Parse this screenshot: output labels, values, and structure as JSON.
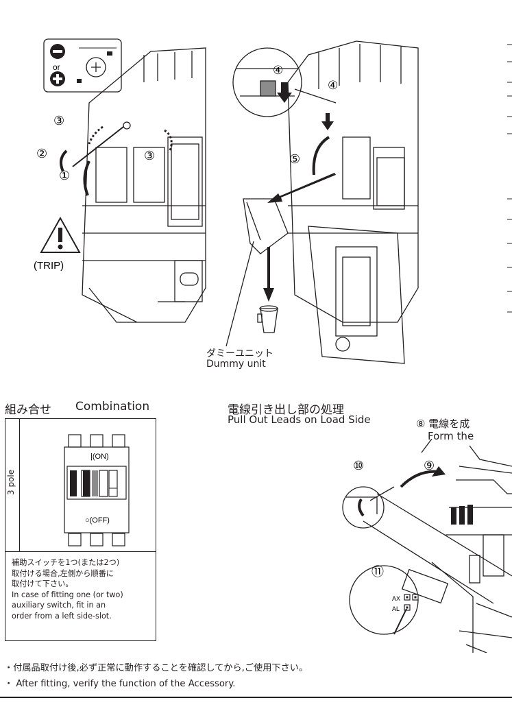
{
  "figure_top": {
    "callouts": {
      "tool_or": "or",
      "step3a": "③",
      "step2": "②",
      "step3b": "③",
      "step1": "①",
      "trip": "(TRIP)",
      "step4a": "④",
      "step4b": "④",
      "step5": "⑤"
    },
    "dummy_label_ja": "ダミーユニット",
    "dummy_label_en": "Dummy unit"
  },
  "combination": {
    "title_ja": "組み合せ",
    "title_en": "Combination",
    "pole_label": "3 pole",
    "on_label": "|(ON)",
    "off_label": "○(OFF)",
    "note_ja_1": "補助スイッチを1つ(または2つ)",
    "note_ja_2": "取付ける場合,左側から順番に",
    "note_ja_3": "取付けて下さい。",
    "note_en_1": "In case of fitting one (or two)",
    "note_en_2": "auxiliary switch, fit in an",
    "note_en_3": "order from a left side-slot."
  },
  "pull_out": {
    "title_ja": "電線引き出し部の処理",
    "title_en": "Pull Out Leads on Load Side",
    "step8_ja": "⑧ 電線を成",
    "step8_en": "Form the",
    "step9": "⑨",
    "step10": "⑩",
    "step11": "⑪",
    "ax": "AX",
    "al": "AL"
  },
  "footer": {
    "line_ja": "・付属品取付け後,必ず正常に動作することを確認してから,ご使用下さい。",
    "line_en": "・ After fitting, verify the function of the Accessory."
  },
  "colors": {
    "ink": "#231f20",
    "shade": "#8c8c8c",
    "light": "#d0d0d0"
  }
}
